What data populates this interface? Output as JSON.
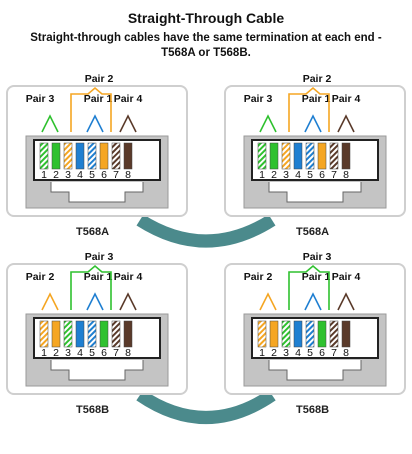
{
  "title": "Straight-Through Cable",
  "subtitle": "Straight-through cables have the same termination at each end - T568A or T568B.",
  "colors": {
    "green": "#2fc12f",
    "orange": "#f5a623",
    "blue": "#1f7fd1",
    "brown": "#5a3a2a",
    "cable": "#4b8a8c",
    "panel_border": "#cfcfcf",
    "jack_gray": "#c4c4c4"
  },
  "pin_numbers": [
    "1",
    "2",
    "3",
    "4",
    "5",
    "6",
    "7",
    "8"
  ],
  "connectors": [
    {
      "standard": "T568A",
      "pair_labels": {
        "top": "Pair 2",
        "left": "Pair 3",
        "middle": "Pair 1",
        "right": "Pair 4"
      },
      "wires": [
        {
          "pin": "1",
          "color": "green",
          "striped": true
        },
        {
          "pin": "2",
          "color": "green",
          "striped": false
        },
        {
          "pin": "3",
          "color": "orange",
          "striped": true
        },
        {
          "pin": "4",
          "color": "blue",
          "striped": false
        },
        {
          "pin": "5",
          "color": "blue",
          "striped": true
        },
        {
          "pin": "6",
          "color": "orange",
          "striped": false
        },
        {
          "pin": "7",
          "color": "brown",
          "striped": true
        },
        {
          "pin": "8",
          "color": "brown",
          "striped": false
        }
      ]
    },
    {
      "standard": "T568A",
      "pair_labels": {
        "top": "Pair 2",
        "left": "Pair 3",
        "middle": "Pair 1",
        "right": "Pair 4"
      },
      "wires": [
        {
          "pin": "1",
          "color": "green",
          "striped": true
        },
        {
          "pin": "2",
          "color": "green",
          "striped": false
        },
        {
          "pin": "3",
          "color": "orange",
          "striped": true
        },
        {
          "pin": "4",
          "color": "blue",
          "striped": false
        },
        {
          "pin": "5",
          "color": "blue",
          "striped": true
        },
        {
          "pin": "6",
          "color": "orange",
          "striped": false
        },
        {
          "pin": "7",
          "color": "brown",
          "striped": true
        },
        {
          "pin": "8",
          "color": "brown",
          "striped": false
        }
      ]
    },
    {
      "standard": "T568B",
      "pair_labels": {
        "top": "Pair 3",
        "left": "Pair 2",
        "middle": "Pair 1",
        "right": "Pair 4"
      },
      "wires": [
        {
          "pin": "1",
          "color": "orange",
          "striped": true
        },
        {
          "pin": "2",
          "color": "orange",
          "striped": false
        },
        {
          "pin": "3",
          "color": "green",
          "striped": true
        },
        {
          "pin": "4",
          "color": "blue",
          "striped": false
        },
        {
          "pin": "5",
          "color": "blue",
          "striped": true
        },
        {
          "pin": "6",
          "color": "green",
          "striped": false
        },
        {
          "pin": "7",
          "color": "brown",
          "striped": true
        },
        {
          "pin": "8",
          "color": "brown",
          "striped": false
        }
      ]
    },
    {
      "standard": "T568B",
      "pair_labels": {
        "top": "Pair 3",
        "left": "Pair 2",
        "middle": "Pair 1",
        "right": "Pair 4"
      },
      "wires": [
        {
          "pin": "1",
          "color": "orange",
          "striped": true
        },
        {
          "pin": "2",
          "color": "orange",
          "striped": false
        },
        {
          "pin": "3",
          "color": "green",
          "striped": true
        },
        {
          "pin": "4",
          "color": "blue",
          "striped": false
        },
        {
          "pin": "5",
          "color": "blue",
          "striped": true
        },
        {
          "pin": "6",
          "color": "green",
          "striped": false
        },
        {
          "pin": "7",
          "color": "brown",
          "striped": true
        },
        {
          "pin": "8",
          "color": "brown",
          "striped": false
        }
      ]
    }
  ]
}
